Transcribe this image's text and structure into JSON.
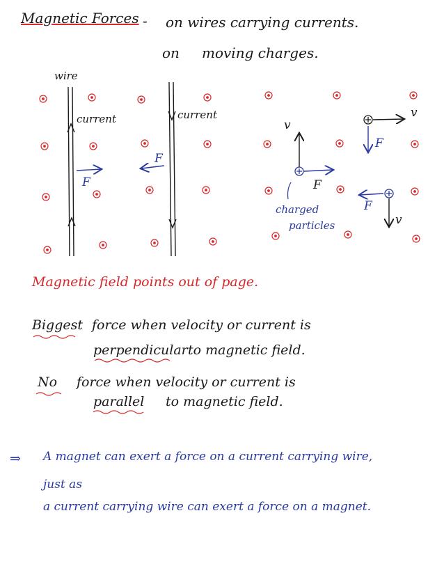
{
  "header": {
    "title": "Magnetic Forces",
    "dash": "-",
    "line1": "on wires carrying currents.",
    "line2_on": "on",
    "line2_rest": "moving charges."
  },
  "figure": {
    "wire_label": "wire",
    "current_label_1": "current",
    "current_label_2": "current",
    "force_label_1": "F",
    "force_label_2": "F",
    "v_label_1": "v",
    "v_label_2": "v",
    "v_label_3": "v",
    "force_label_3": "F",
    "force_label_4": "F",
    "force_label_5": "F",
    "charged_label_1": "charged",
    "charged_label_2": "particles",
    "field_symbol": "⊙"
  },
  "notes": {
    "field_note": "Magnetic field points out of page.",
    "biggest_1": "Biggest",
    "biggest_2": "force when velocity or current is",
    "biggest_3": "perpendicular",
    "biggest_4": "to magnetic field.",
    "no_1": "No",
    "no_2": "force when velocity or current is",
    "no_3": "parallel",
    "no_4": "to magnetic field."
  },
  "conclusion": {
    "arrow": "⇒",
    "line1": "A magnet can exert a force on a current carrying wire,",
    "line2": "just as",
    "line3": "a current carrying wire can exert a force on a magnet."
  },
  "colors": {
    "red": "#d8282b",
    "blue": "#2a3aa0",
    "black": "#1a1a1a"
  }
}
